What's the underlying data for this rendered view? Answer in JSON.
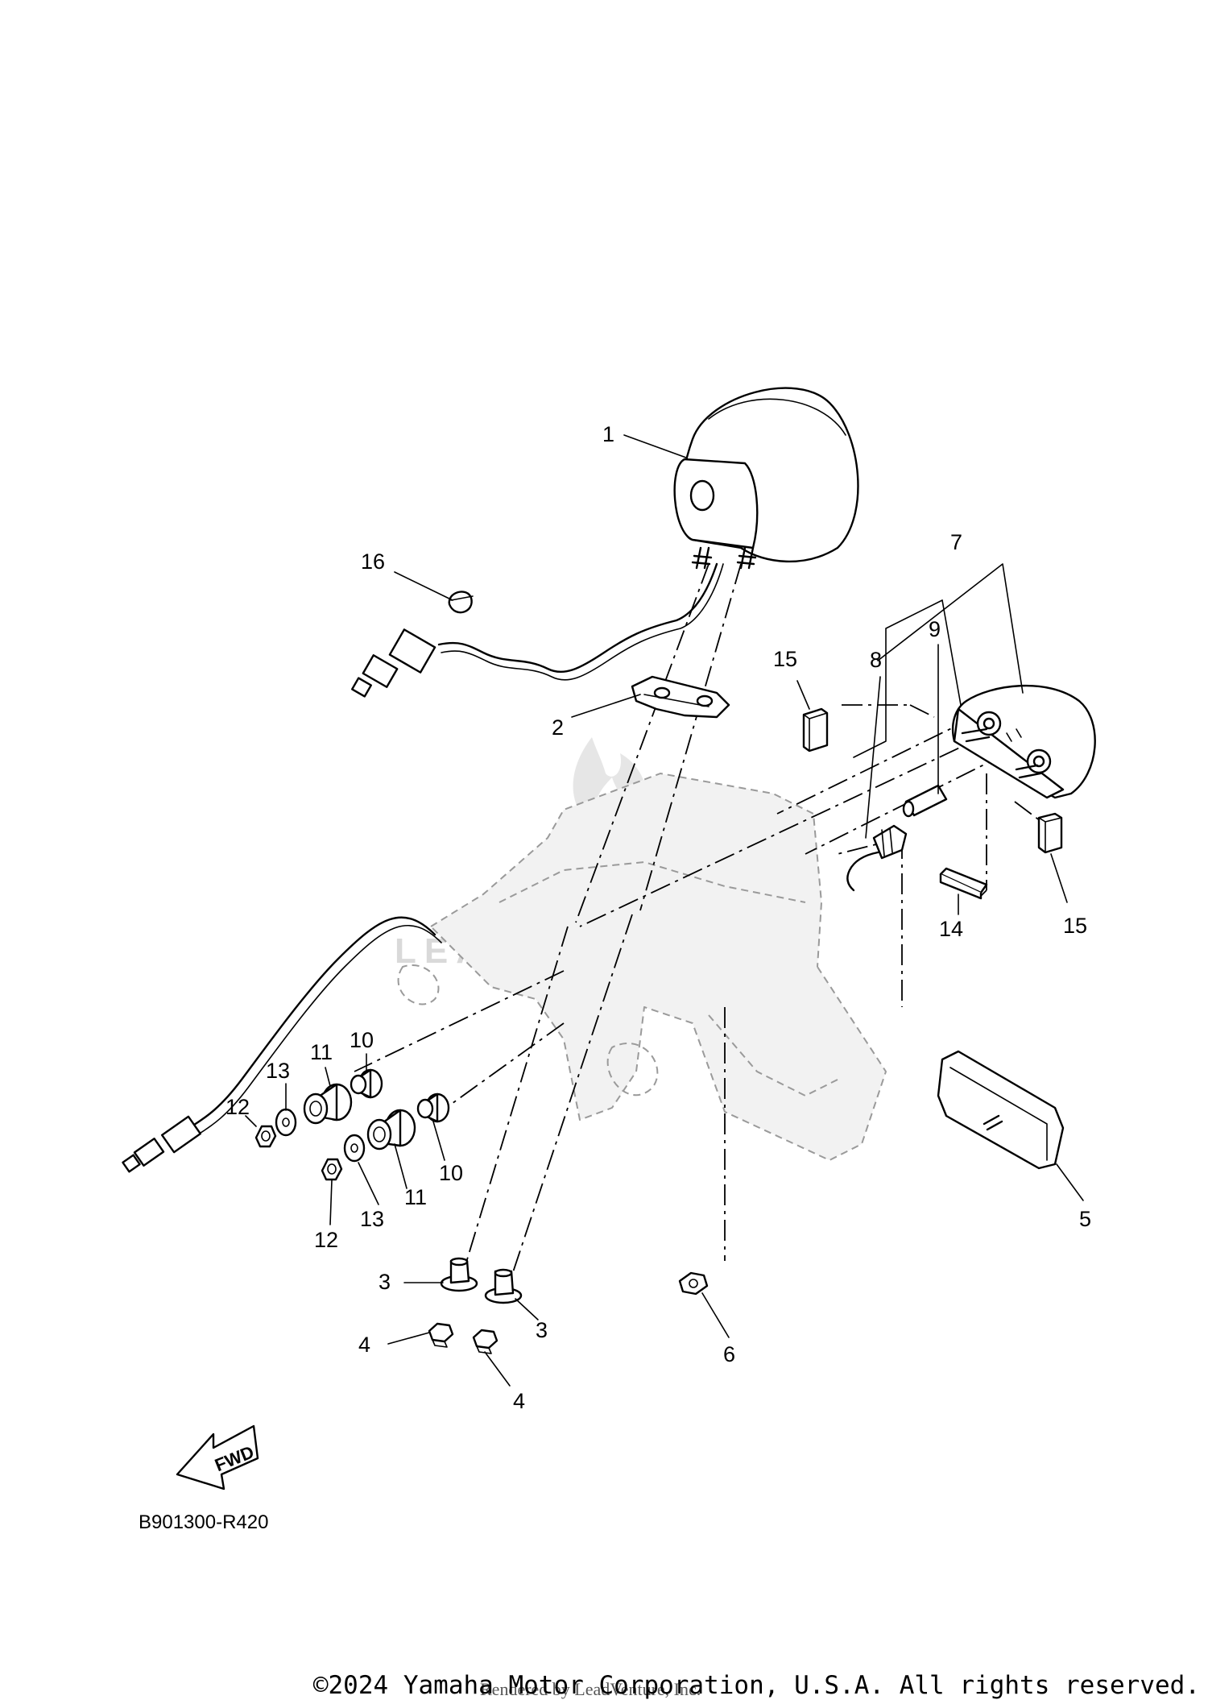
{
  "diagram": {
    "callouts": [
      {
        "id": "c1",
        "text": "1"
      },
      {
        "id": "c2",
        "text": "2"
      },
      {
        "id": "c3a",
        "text": "3"
      },
      {
        "id": "c3b",
        "text": "3"
      },
      {
        "id": "c4a",
        "text": "4"
      },
      {
        "id": "c4b",
        "text": "4"
      },
      {
        "id": "c5",
        "text": "5"
      },
      {
        "id": "c6",
        "text": "6"
      },
      {
        "id": "c7",
        "text": "7"
      },
      {
        "id": "c8",
        "text": "8"
      },
      {
        "id": "c9",
        "text": "9"
      },
      {
        "id": "c10a",
        "text": "10"
      },
      {
        "id": "c10b",
        "text": "10"
      },
      {
        "id": "c11a",
        "text": "11"
      },
      {
        "id": "c11b",
        "text": "11"
      },
      {
        "id": "c12a",
        "text": "12"
      },
      {
        "id": "c12b",
        "text": "12"
      },
      {
        "id": "c13a",
        "text": "13"
      },
      {
        "id": "c13b",
        "text": "13"
      },
      {
        "id": "c14",
        "text": "14"
      },
      {
        "id": "c15a",
        "text": "15"
      },
      {
        "id": "c15b",
        "text": "15"
      },
      {
        "id": "c16",
        "text": "16"
      }
    ],
    "fwd_label": "FWD",
    "diagram_code": "B901300-R420",
    "watermark_text": "LEADVENTURE",
    "rendered_by": "Rendered by LeadVenture, Inc.",
    "copyright": "©2024 Yamaha Motor Corporation, U.S.A. All rights reserved."
  }
}
